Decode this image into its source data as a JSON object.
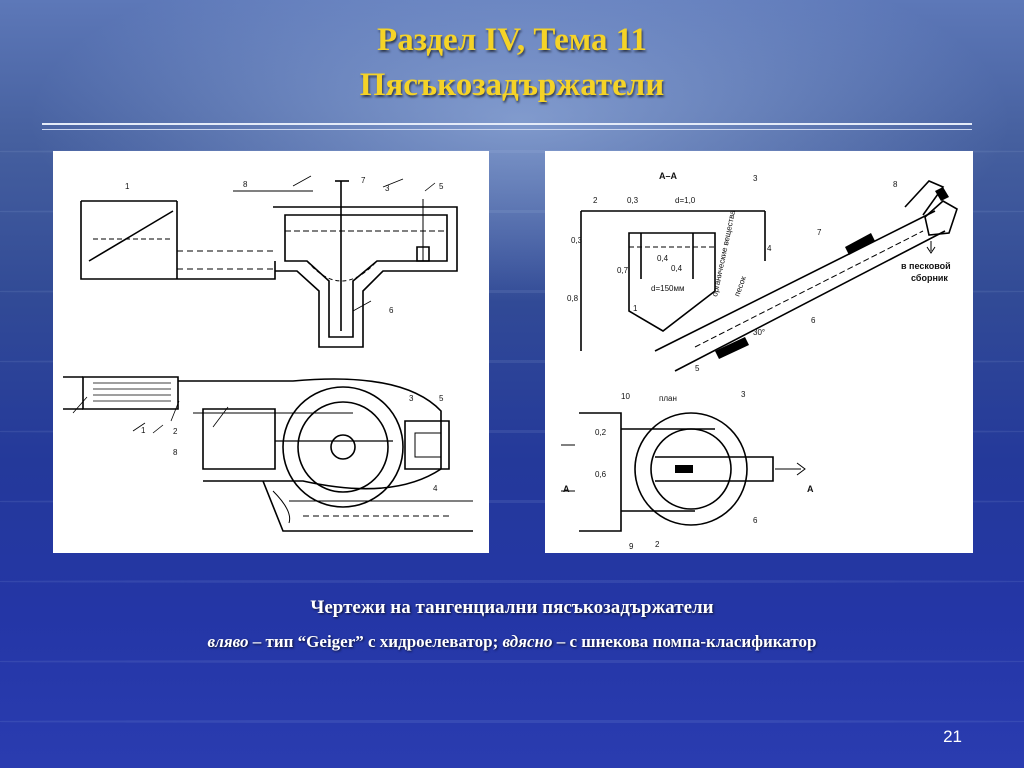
{
  "slide": {
    "title_line1": "Раздел IV, Тема 11",
    "title_line2": "Пясъкозадържатели",
    "caption_line1": "Чертежи на тангенциални пясъкозадържатели",
    "caption_left_word": "вляво",
    "caption_left_text": " – тип “Geiger” с хидроелеватор; ",
    "caption_right_word": "вдясно",
    "caption_right_text": " – с шнекова помпа-класификатор",
    "page_number": "21"
  },
  "left_drawing": {
    "labels": [
      "1",
      "8",
      "7",
      "3",
      "5",
      "6",
      "1",
      "2",
      "3",
      "5",
      "8",
      "4"
    ]
  },
  "right_drawing": {
    "section_title": "А–А",
    "plan_title": "план",
    "dim_03": "0,3",
    "dim_d": "d=1,0",
    "dim_03v": "0,3",
    "dim_07": "0,7",
    "dim_04a": "0,4",
    "dim_04b": "0,4",
    "dim_08": "0,8",
    "dim_d150": "d=150мм",
    "organic": "органичеcкие вещества",
    "sand": "песок",
    "angle": "30°",
    "collector_line1": "в песковой",
    "collector_line2": "сборник",
    "dim_02": "0,2",
    "dim_06": "0,6",
    "section_mark": "А",
    "labels": [
      "2",
      "3",
      "4",
      "8",
      "7",
      "6",
      "1",
      "5",
      "10",
      "3",
      "6",
      "9",
      "2"
    ]
  }
}
